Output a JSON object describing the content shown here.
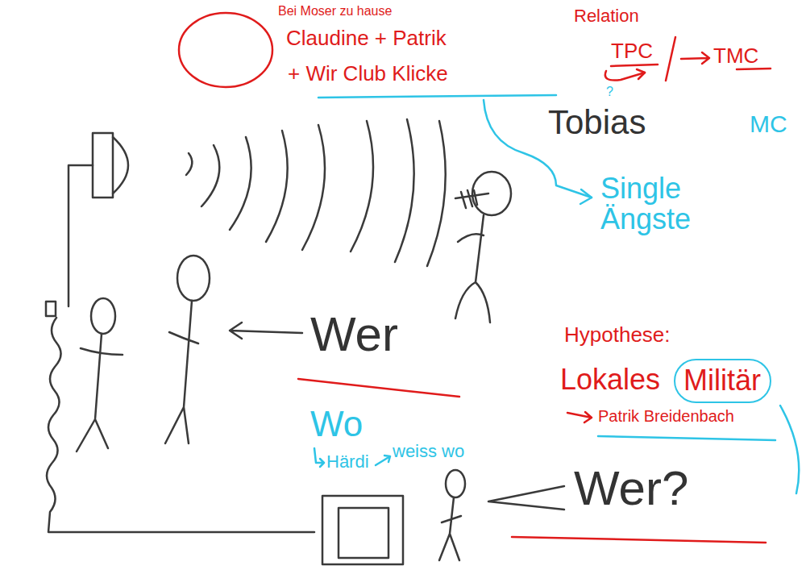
{
  "diagram": {
    "nodes": [
      {
        "text": [
          "Militär"
        ]
      }
    ],
    "labels": [
      "Bei Moser zu hause",
      "Claudine + Patrik",
      "+ Wir Club Klicke",
      "Relation",
      "TPC",
      "TMC",
      "?",
      "Tobias",
      "MC",
      "Single Ängste",
      "Wer",
      "Hypothese:",
      "Lokales",
      "Patrik Breidenbach",
      "Wo",
      "Härdi",
      "weiss wo",
      "Wer?"
    ]
  }
}
